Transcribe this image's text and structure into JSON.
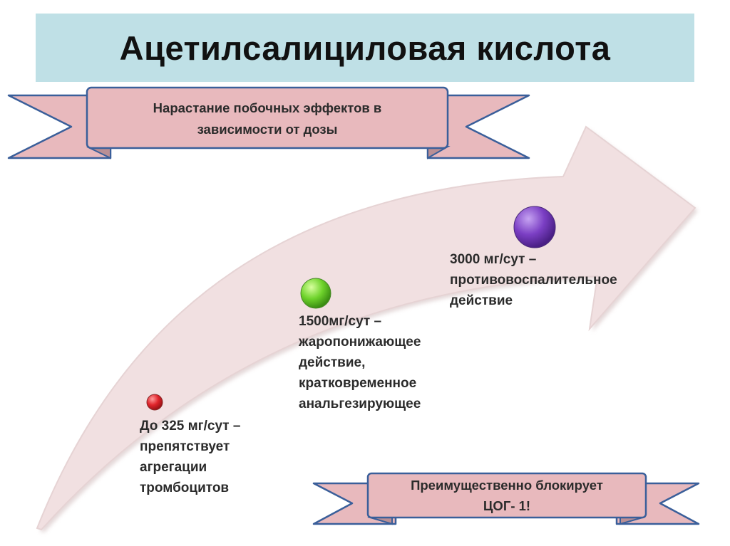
{
  "title": "Ацетилсалициловая кислота",
  "top_banner": {
    "lines": [
      "Нарастание побочных эффектов в",
      "зависимости от дозы"
    ]
  },
  "bottom_banner": {
    "lines": [
      "Преимущественно блокирует",
      "ЦОГ- 1!"
    ]
  },
  "dose_steps": [
    {
      "color": "#e0242b",
      "lines": [
        "До 325 мг/сут –",
        "препятствует",
        "агрегации",
        "тромбоцитов"
      ]
    },
    {
      "color": "#6fd32c",
      "lines": [
        "1500мг/сут –",
        "жаропонижающее",
        "действие,",
        "кратковременное",
        "анальгезирующее"
      ]
    },
    {
      "color": "#7b3fc4",
      "lines": [
        "3000 мг/сут –",
        "противовоспалительное",
        "действие"
      ]
    }
  ],
  "colors": {
    "arrow_fill": "#f1e0e1",
    "banner_fill": "#e8b9bd",
    "banner_stroke": "#3a5f9a"
  }
}
